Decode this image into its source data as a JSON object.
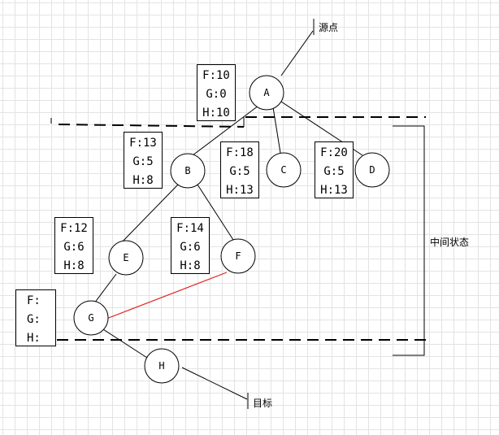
{
  "nodes": {
    "A": "A",
    "B": "B",
    "C": "C",
    "D": "D",
    "E": "E",
    "F": "F",
    "G": "G",
    "H": "H"
  },
  "boxes": {
    "A": {
      "f": "F:10",
      "g": "G:0",
      "h": "H:10"
    },
    "B": {
      "f": "F:13",
      "g": "G:5",
      "h": "H:8"
    },
    "C": {
      "f": "F:18",
      "g": "G:5",
      "h": "H:13"
    },
    "D": {
      "f": "F:20",
      "g": "G:5",
      "h": "H:13"
    },
    "E": {
      "f": "F:12",
      "g": "G:6",
      "h": "H:8"
    },
    "F": {
      "f": "F:14",
      "g": "G:6",
      "h": "H:8"
    },
    "G": {
      "f": "F:",
      "g": "G:",
      "h": "H:"
    }
  },
  "labels": {
    "source": "源点",
    "intermediate": "中间状态",
    "target": "目标"
  },
  "colors": {
    "edge": "#000000",
    "highlight_edge": "#e02020",
    "grid": "#e3e3e3"
  }
}
